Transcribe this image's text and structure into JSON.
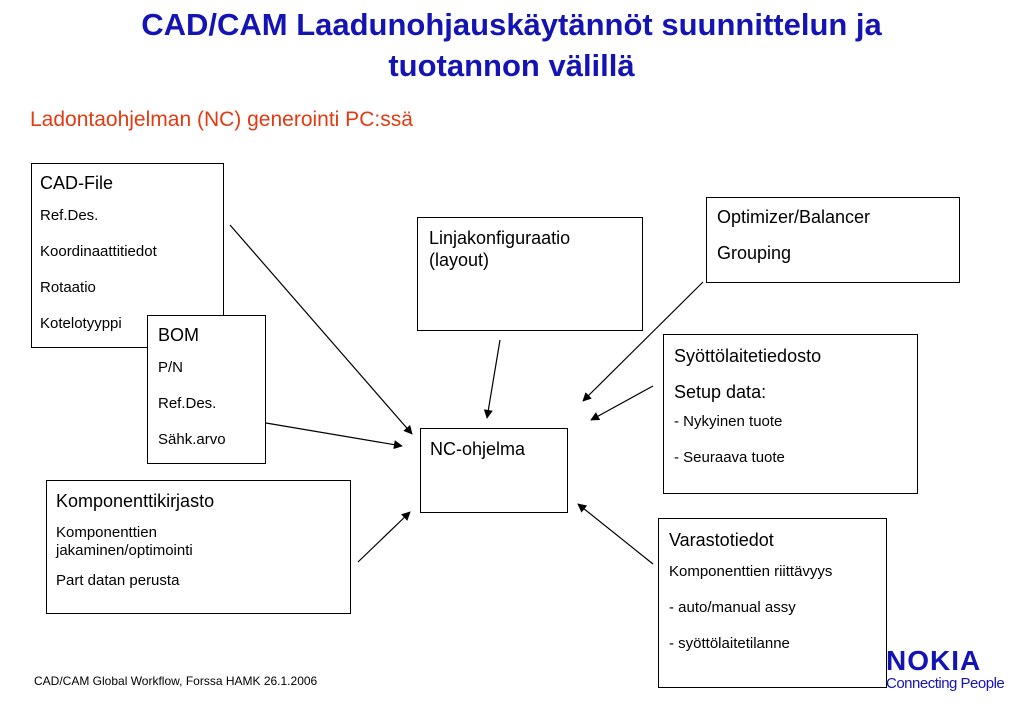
{
  "title_line1": "CAD/CAM Laadunohjauskäytännöt suunnittelun ja",
  "title_line2": "tuotannon välillä",
  "subtitle": "Ladontaohjelman (NC) generointi PC:ssä",
  "cad_file": {
    "title": "CAD-File",
    "items": [
      "Ref.Des.",
      "Koordinaattitiedot",
      "Rotaatio",
      "Kotelotyyppi"
    ]
  },
  "bom": {
    "title": "BOM",
    "items": [
      "P/N",
      "Ref.Des.",
      "Sähk.arvo"
    ]
  },
  "linja": {
    "line1": "Linjakonfiguraatio",
    "line2": "(layout)"
  },
  "optimizer": {
    "title": "Optimizer/Balancer",
    "item": "Grouping"
  },
  "syotto": {
    "title": "Syöttölaitetiedosto",
    "subtitle": "Setup data:",
    "items": [
      "- Nykyinen tuote",
      "- Seuraava tuote"
    ]
  },
  "nc": {
    "title": "NC-ohjelma"
  },
  "komp": {
    "title": "Komponenttikirjasto",
    "item1_line1": "Komponenttien",
    "item1_line2": "jakaminen/optimointi",
    "item2": "Part datan perusta"
  },
  "varasto": {
    "title": "Varastotiedot",
    "items": [
      "Komponenttien riittävyys",
      "- auto/manual assy",
      "- syöttölaitetilanne"
    ]
  },
  "footer": "CAD/CAM Global Workflow, Forssa HAMK 26.1.2006",
  "logo": {
    "word": "NOKIA",
    "tagline": "Connecting People"
  },
  "colors": {
    "title": "#1414b4",
    "subtitle": "#e23a12",
    "logo": "#1414b4"
  }
}
